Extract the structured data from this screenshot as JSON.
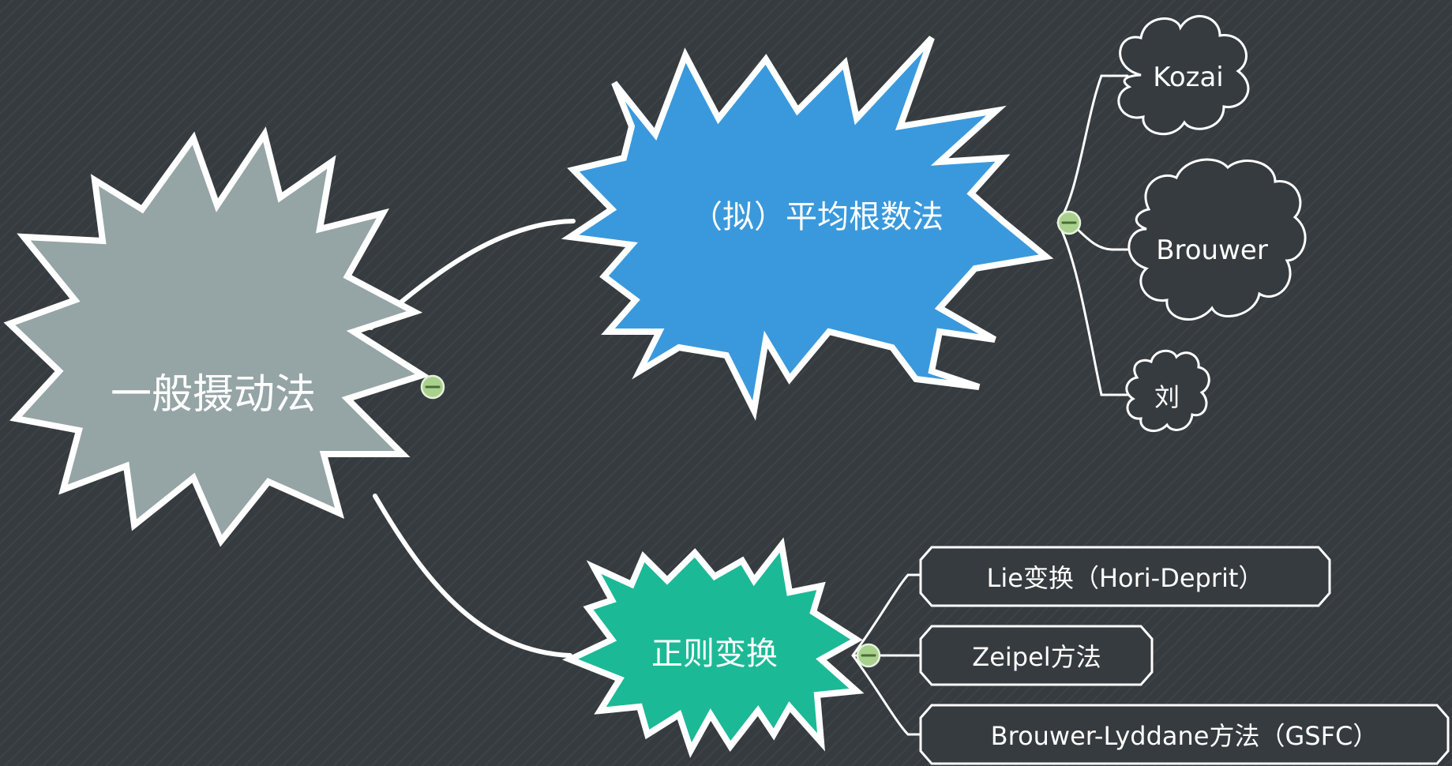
{
  "colors": {
    "background": "#363b3f",
    "root_fill": "#95a4a5",
    "averaging_fill": "#3a99dc",
    "canonical_fill": "#1cb996",
    "stroke": "#ffffff",
    "toggle": "#a9d18e"
  },
  "root": {
    "label": "一般摄动法"
  },
  "branches": [
    {
      "label": "（拟）平均根数法",
      "children": [
        {
          "label": "Kozai"
        },
        {
          "label": "Brouwer"
        },
        {
          "label": "刘"
        }
      ]
    },
    {
      "label": "正则变换",
      "children": [
        {
          "label": "Lie变换（Hori-Deprit）"
        },
        {
          "label": "Zeipel方法"
        },
        {
          "label": "Brouwer-Lyddane方法（GSFC）"
        }
      ]
    }
  ],
  "icons": {
    "collapse": "collapse-minus-icon"
  }
}
